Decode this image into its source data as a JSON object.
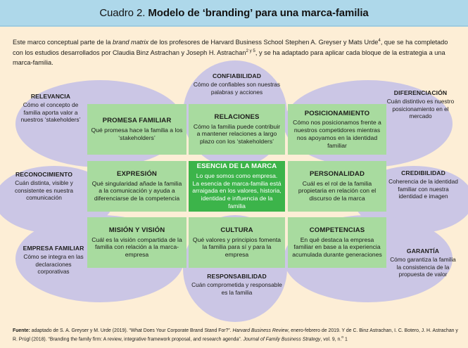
{
  "header": {
    "label": "Cuadro 2.",
    "title": "Modelo de ‘branding’ para una marca-familia",
    "bar_color": "#aed8ea"
  },
  "intro": {
    "part1": "Este marco conceptual parte de la ",
    "italic1": "brand matrix",
    "part2": " de los profesores de Harvard Business School Stephen A. Greyser y Mats Urde",
    "sup1": "4",
    "part3": ", que se ha completado con los estudios desarrollados por Claudia Binz Astrachan y Joseph H. Astrachan",
    "sup2": "2 y 5",
    "part4": ", y se ha adaptado para aplicar cada bloque de la estrategia a una marca-familia."
  },
  "colors": {
    "background": "#fdeed6",
    "ellipse": "#cbc6e5",
    "box": "#a8db9f",
    "core_box": "#3cb44a",
    "header_bar": "#aed8ea"
  },
  "diagram": {
    "outer_cells": [
      {
        "id": "relevancia",
        "title": "RELEVANCIA",
        "desc": "Cómo el concepto de familia aporta valor a nuestros ‘stakeholders’"
      },
      {
        "id": "confiabilidad",
        "title": "CONFIABILIDAD",
        "desc": "Cómo de confiables son nuestras palabras y acciones"
      },
      {
        "id": "diferenciacion",
        "title": "DIFERENCIACIÓN",
        "desc": "Cuán distintivo es nuestro posicionamiento en el mercado"
      },
      {
        "id": "reconocimiento",
        "title": "RECONOCIMIENTO",
        "desc": "Cuán distinta, visible y consistente es nuestra comunicación"
      },
      {
        "id": "credibilidad",
        "title": "CREDIBILIDAD",
        "desc": "Coherencia de la identidad familiar con nuestra identidad e imagen"
      },
      {
        "id": "empresa-familiar",
        "title": "EMPRESA FAMILIAR",
        "desc": "Cómo se integra en las declaraciones corporativas"
      },
      {
        "id": "responsabilidad",
        "title": "RESPONSABILIDAD",
        "desc": "Cuán comprometida y responsable es la familia"
      },
      {
        "id": "garantia",
        "title": "GARANTÍA",
        "desc": "Cómo garantiza la familia la consistencia de la propuesta de valor"
      }
    ],
    "inner_cells": [
      {
        "id": "promesa-familiar",
        "title": "PROMESA FAMILIAR",
        "desc": "Qué promesa hace la familia a los ‘stakeholders’"
      },
      {
        "id": "relaciones",
        "title": "RELACIONES",
        "desc": "Cómo la familia puede contribuir a mantener relaciones a largo plazo con los ‘stakeholders’"
      },
      {
        "id": "posicionamiento",
        "title": "POSICIONAMIENTO",
        "desc": "Cómo nos posicionamos frente a nuestros competidores mientras nos apoyamos en la identidad familiar"
      },
      {
        "id": "expresion",
        "title": "EXPRESIÓN",
        "desc": "Qué singularidad añade la familia a la comunicación y ayuda a diferenciarse de la competencia"
      },
      {
        "id": "esencia-de-la-marca",
        "title": "ESENCIA DE LA MARCA",
        "desc": "Lo que somos como empresa. La esencia de marca-familia está arraigada en los valores, historia, identidad e influencia de la familia"
      },
      {
        "id": "personalidad",
        "title": "PERSONALIDAD",
        "desc": "Cuál es el rol de la familia propietaria en relación con el discurso de la marca"
      },
      {
        "id": "mision-y-vision",
        "title": "MISIÓN Y VISIÓN",
        "desc": "Cuál es la visión compartida de la familia con relación a la marca-empresa"
      },
      {
        "id": "cultura",
        "title": "CULTURA",
        "desc": "Qué valores y principios fomenta la familia para sí y para la empresa"
      },
      {
        "id": "competencias",
        "title": "COMPETENCIAS",
        "desc": "En qué destaca la empresa familiar en base a la experiencia acumulada durante generaciones"
      }
    ]
  },
  "footer": {
    "label": "Fuente:",
    "text1": " adaptado de S. A. Greyser y M. Urde (2019). “What Does Your Corporate Brand Stand For?”. ",
    "italic1": "Harvard Business Review",
    "text2": ", enero-febrero de 2019. Y de C. Binz Astrachan, I. C. Botero, J. H. Astrachan y R. Prügl (2018). “Branding the family firm: A review, integrative framework proposal, and research agenda”. ",
    "italic2": "Journal of Family Business Strategy",
    "text3": ", vol. 9, n.",
    "sup": "o",
    "text4": " 1"
  }
}
